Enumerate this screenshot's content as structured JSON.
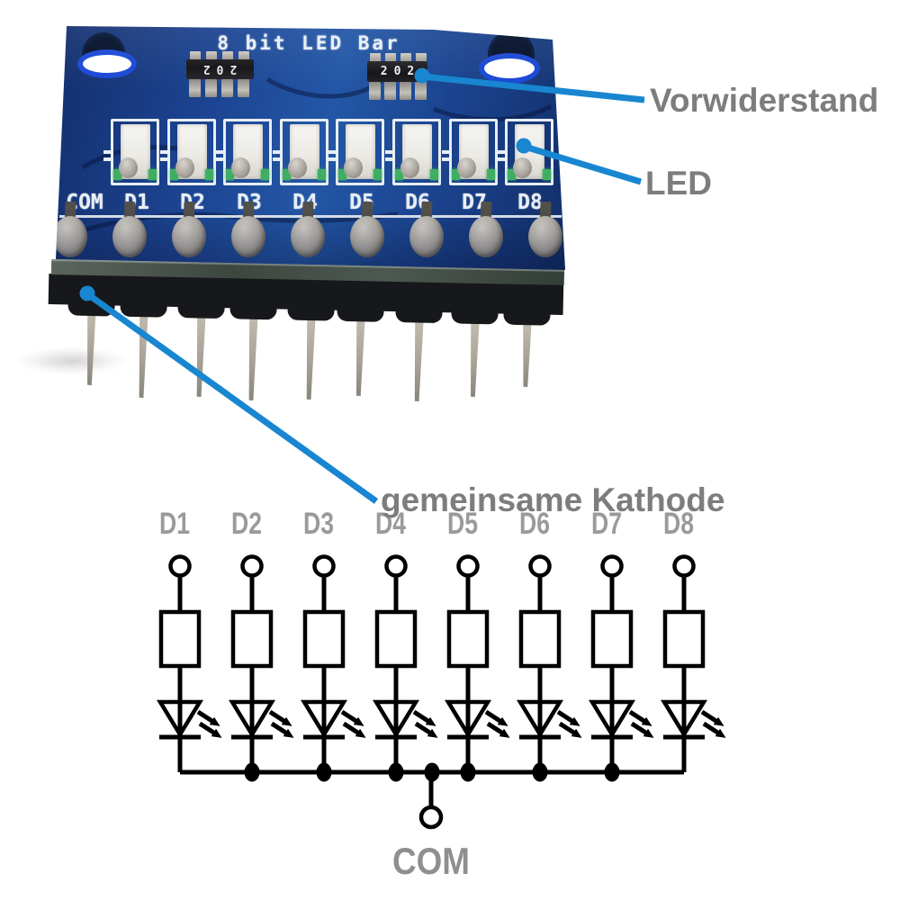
{
  "figure": {
    "subject": "8 bit LED bar module, annotated photo with common-cathode schematic"
  },
  "photo": {
    "pcb_title": "8 bit LED Bar",
    "resistor_marking": "202",
    "pin_labels": [
      "COM",
      "D1",
      "D2",
      "D3",
      "D4",
      "D5",
      "D6",
      "D7",
      "D8"
    ],
    "led_count": 8,
    "pad_count": 9,
    "header_pin_count": 9
  },
  "annotations": [
    {
      "label": "Vorwiderstand",
      "target": "resistor-network"
    },
    {
      "label": "LED",
      "target": "led-d8"
    },
    {
      "label": "gemeinsame Kathode",
      "target": "pin-header"
    }
  ],
  "schematic": {
    "pin_labels": [
      "D1",
      "D2",
      "D3",
      "D4",
      "D5",
      "D6",
      "D7",
      "D8"
    ],
    "common_label": "COM",
    "channel_count": 8,
    "topology": "common-cathode"
  },
  "colors": {
    "annotation_line_blue": "#1886d0",
    "annotation_text_gray": "#7d7d7d",
    "schematic_pin_label_gray": "#9a9a9a",
    "schematic_com_label_gray": "#8f8f8f",
    "pcb_blue": "#1c4492",
    "silkscreen_white": "#e8eef5",
    "hole_ring_blue": "#1b49d5",
    "schematic_black": "#000000"
  }
}
